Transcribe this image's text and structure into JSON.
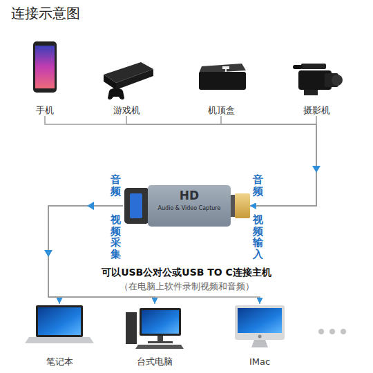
{
  "diagram": {
    "title": "连接示意图",
    "nodes": [
      {
        "text": [
          "手机"
        ]
      },
      {
        "text": [
          "游戏机"
        ]
      },
      {
        "text": [
          "机顶盒"
        ]
      },
      {
        "text": [
          "摄影机"
        ]
      },
      {
        "text": [
          "HD",
          "Audio & Video Capture"
        ]
      },
      {
        "text": [
          "笔记本"
        ]
      },
      {
        "text": [
          "台式电脑"
        ]
      },
      {
        "text": [
          "IMac"
        ]
      }
    ],
    "edges": [
      {
        "from": 0,
        "to": 4,
        "arrow": "to"
      },
      {
        "from": 1,
        "to": 4,
        "arrow": "to"
      },
      {
        "from": 2,
        "to": 4,
        "arrow": "to"
      },
      {
        "from": 3,
        "to": 4,
        "arrow": "to"
      },
      {
        "from": 4,
        "to": 5,
        "arrow": "to"
      },
      {
        "from": 4,
        "to": 6,
        "arrow": "to"
      },
      {
        "from": 4,
        "to": 7,
        "arrow": "to"
      }
    ],
    "labels": [
      "音频",
      "视频采集",
      "音频",
      "视频输入",
      "可以USB公对公或USB TO C连接主机",
      "（在电脑上软件录制视频和音频）"
    ]
  }
}
